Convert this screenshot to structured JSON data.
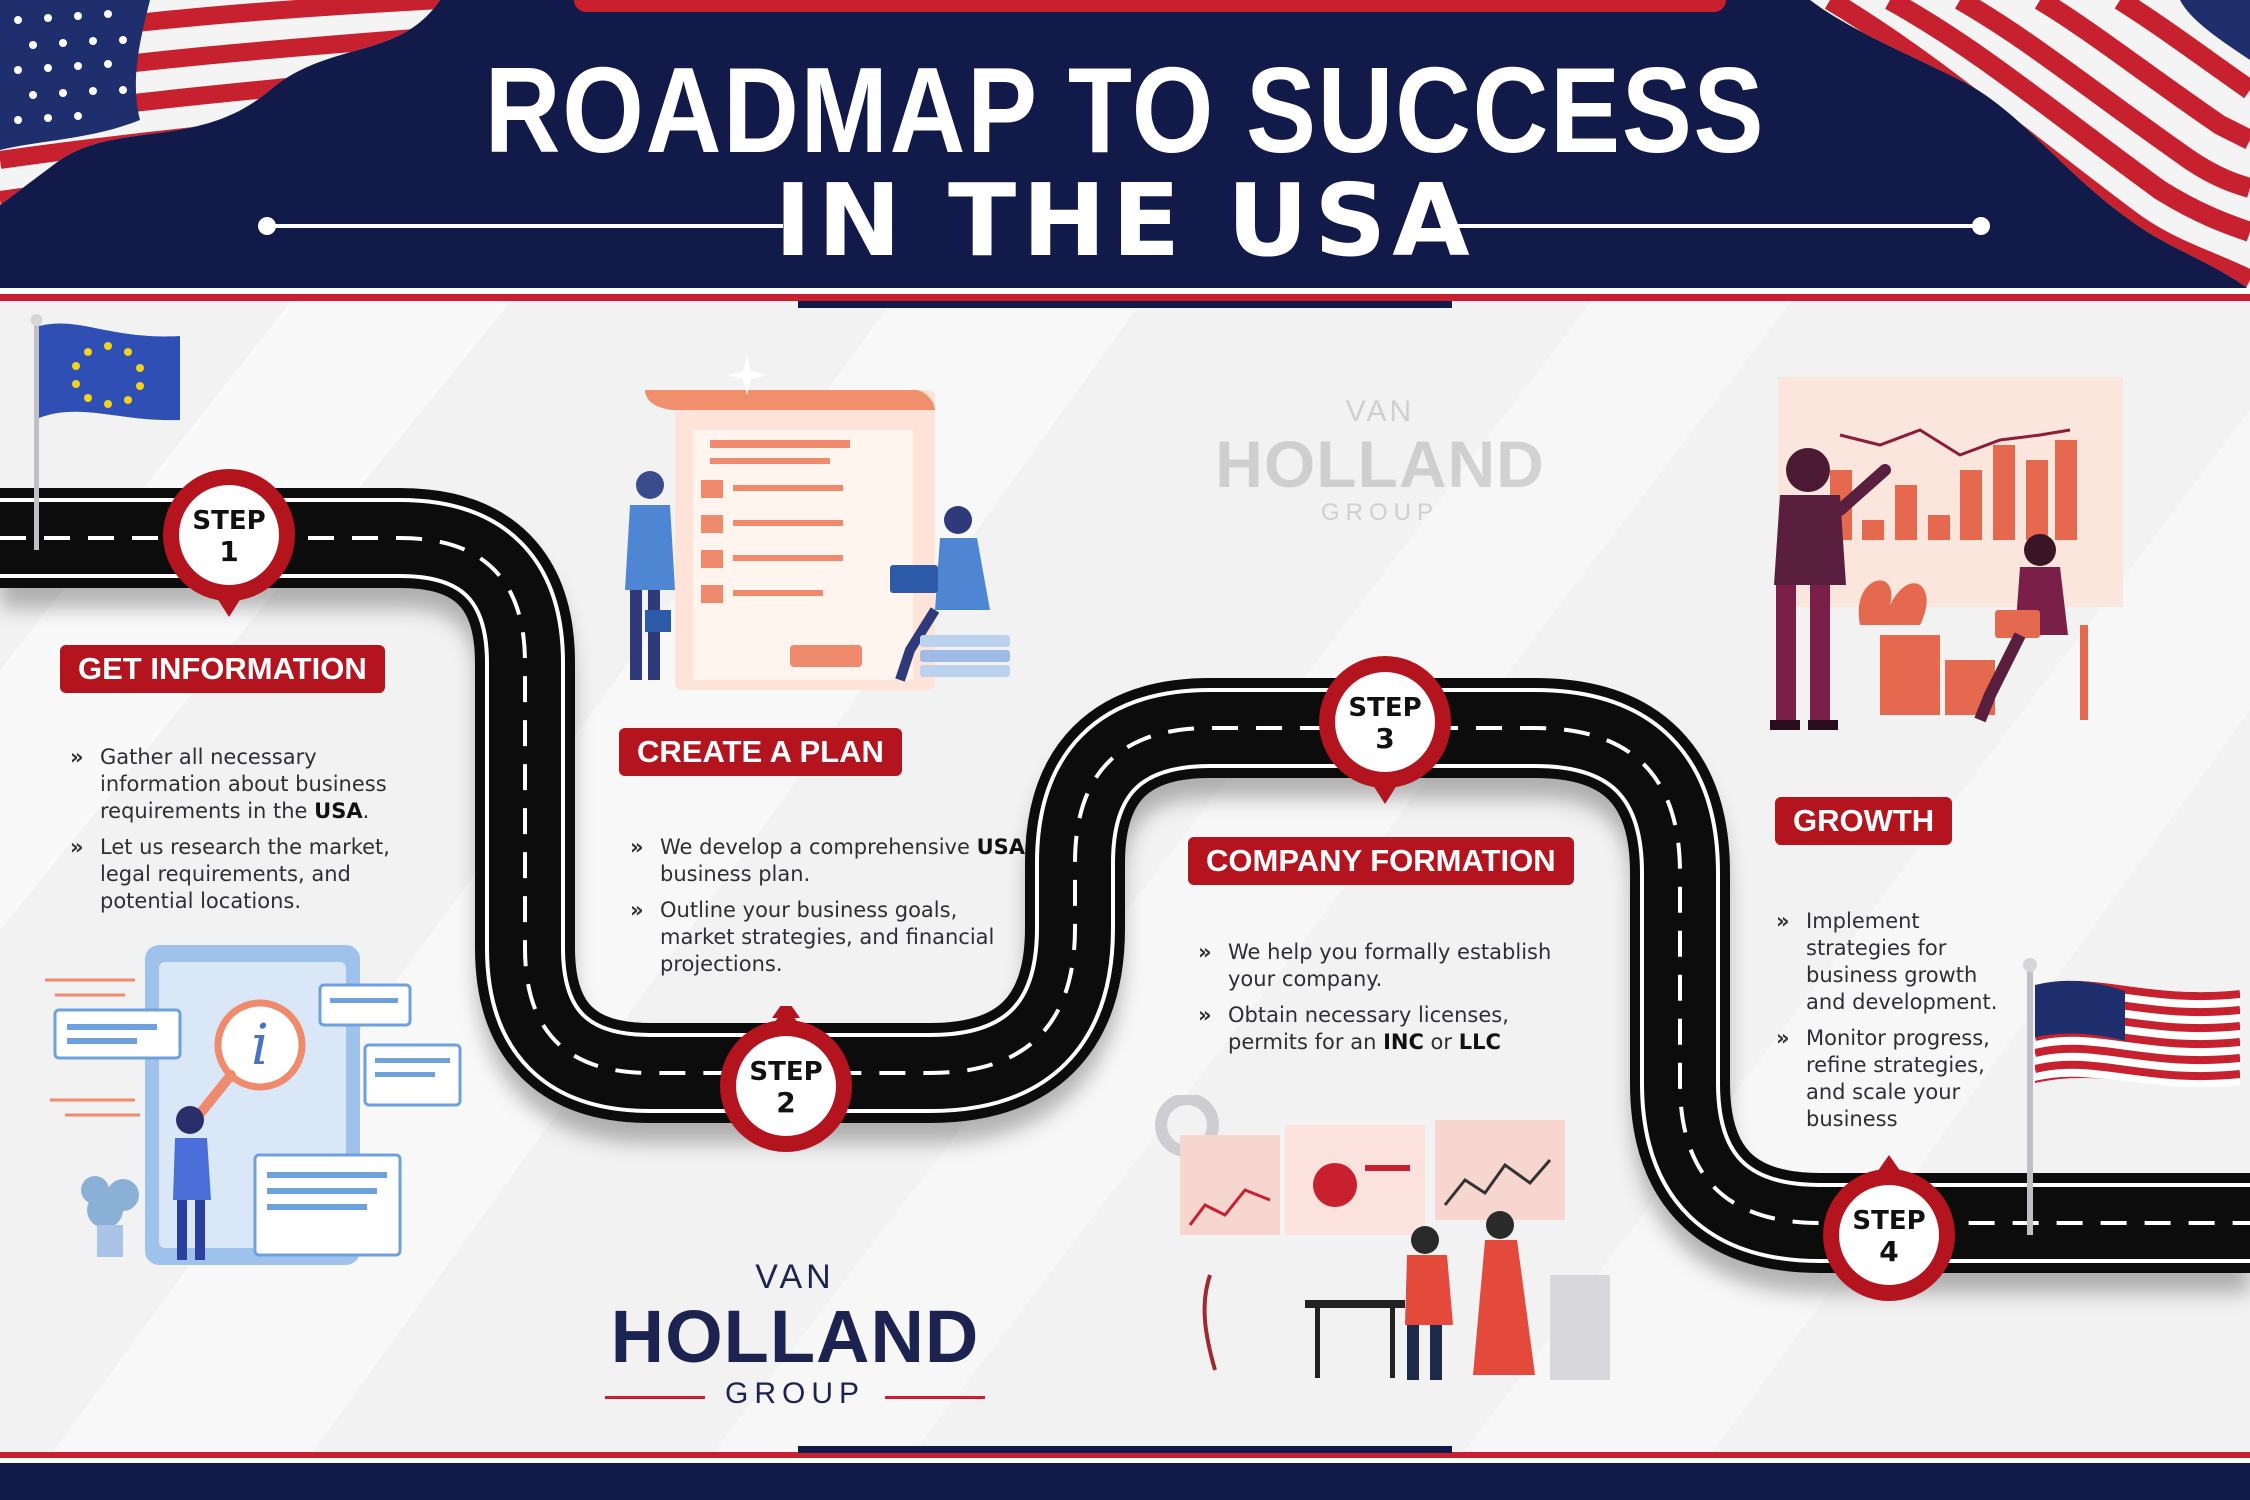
{
  "title": {
    "line1": "ROADMAP TO SUCCESS",
    "line2": "IN THE USA"
  },
  "brand": {
    "top": "VAN",
    "main": "HOLLAND",
    "bottom": "GROUP"
  },
  "steps": [
    {
      "word": "STEP",
      "num": "1",
      "label": "GET INFORMATION",
      "bullets": [
        {
          "pre": "Gather all necessary information about business requirements in the ",
          "bold": "USA",
          "post": "."
        },
        {
          "pre": "Let us research the market, legal requirements, and potential locations.",
          "bold": "",
          "post": ""
        }
      ]
    },
    {
      "word": "STEP",
      "num": "2",
      "label": "CREATE A PLAN",
      "bullets": [
        {
          "pre": "We develop a comprehensive ",
          "bold": "USA",
          "post": " business plan."
        },
        {
          "pre": "Outline your business goals, market strategies, and financial projections.",
          "bold": "",
          "post": ""
        }
      ]
    },
    {
      "word": "STEP",
      "num": "3",
      "label": "COMPANY FORMATION",
      "bullets": [
        {
          "pre": "We help you formally establish your company.",
          "bold": "",
          "post": ""
        },
        {
          "pre": "Obtain necessary licenses, permits for an ",
          "bold": "INC",
          "post": " or ",
          "bold2": "LLC"
        }
      ]
    },
    {
      "word": "STEP",
      "num": "4",
      "label": "GROWTH",
      "bullets": [
        {
          "pre": "Implement strategies for business growth and development.",
          "bold": "",
          "post": ""
        },
        {
          "pre": "Monitor progress, refine strategies, and scale your business",
          "bold": "",
          "post": ""
        }
      ]
    }
  ],
  "colors": {
    "navy": "#121a4a",
    "red": "#b3141e",
    "road": "#0c0c0c",
    "salmon": "#ee8a6a",
    "blue": "#4a72c4"
  }
}
